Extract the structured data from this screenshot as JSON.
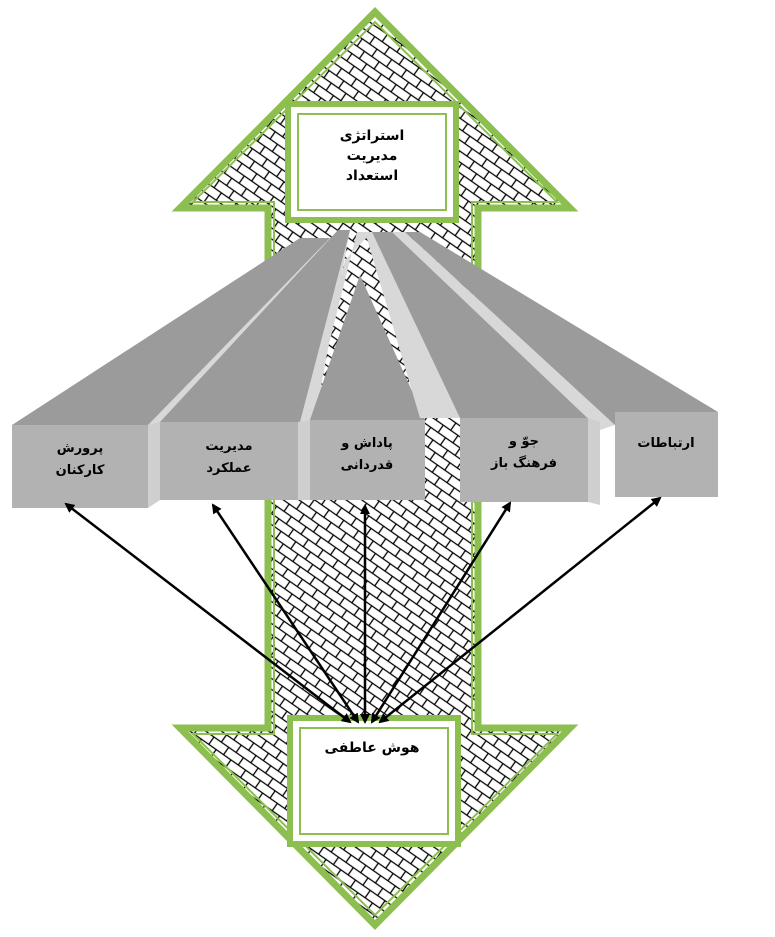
{
  "diagram": {
    "top_box": {
      "lines": [
        "استراتژی",
        "مدیریت",
        "استعداد"
      ]
    },
    "bottom_box": {
      "lines": [
        "هوش عاطفی"
      ]
    },
    "components": [
      {
        "id": "staff-development",
        "lines": [
          "پرورش",
          "کارکنان"
        ]
      },
      {
        "id": "performance-management",
        "lines": [
          "مدیریت",
          "عملکرد"
        ]
      },
      {
        "id": "reward-recognition",
        "lines": [
          "پاداش و",
          "قدردانی"
        ]
      },
      {
        "id": "open-culture",
        "lines": [
          "جوّ و",
          "فرهنگ باز"
        ]
      },
      {
        "id": "communications",
        "lines": [
          "ارتباطات"
        ]
      }
    ],
    "colors": {
      "arrow_border": "#8cbf4f",
      "hatch": "#000000",
      "beam_dark": "#9b9b9b",
      "beam_light": "#d8d8d8",
      "box_fill": "#b2b2b2",
      "connector": "#000000"
    }
  }
}
